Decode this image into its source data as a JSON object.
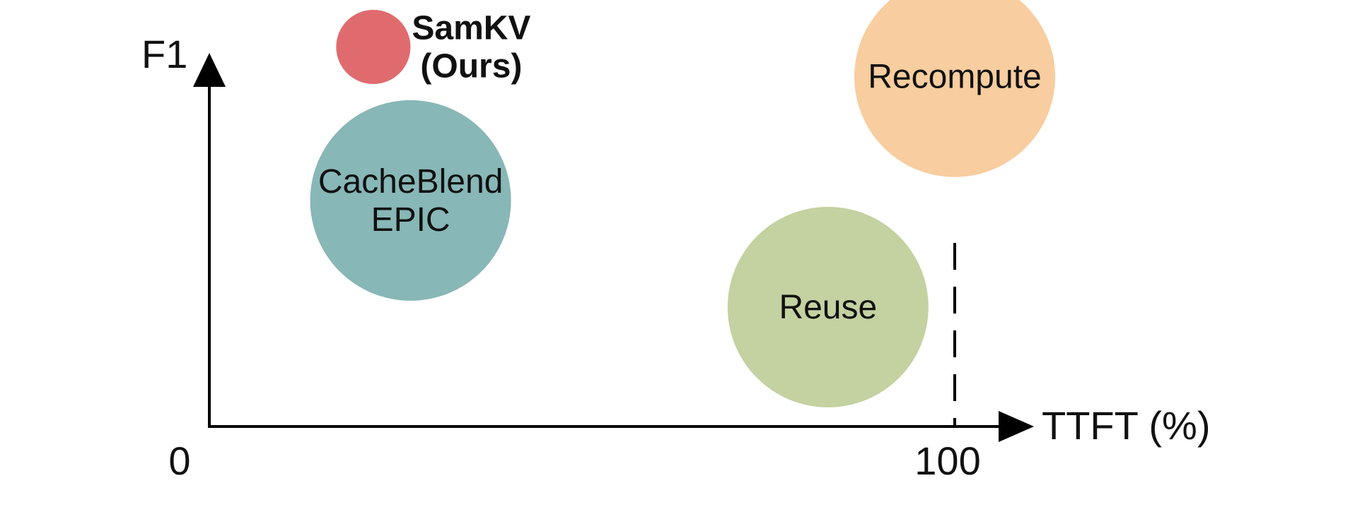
{
  "chart_data": {
    "type": "scatter",
    "title": "",
    "xlabel": "TTFT (%)",
    "ylabel": "F1",
    "x_ticks": [
      "0",
      "100"
    ],
    "bubbles": [
      {
        "id": "samkv",
        "label_lines": [
          "SamKV",
          "(Ours)"
        ],
        "label_bold": true,
        "x": 22,
        "y": 0.89,
        "size": 0.37,
        "color": "#e06b6e",
        "label_pos": "right"
      },
      {
        "id": "cacheblend",
        "label_lines": [
          "CacheBlend",
          "EPIC"
        ],
        "label_bold": false,
        "x": 27,
        "y": 0.53,
        "size": 1.0,
        "color": "#87b7b6",
        "label_pos": "center"
      },
      {
        "id": "recompute",
        "label_lines": [
          "Recompute"
        ],
        "label_bold": false,
        "x": 100,
        "y": 0.82,
        "size": 1.0,
        "color": "#f8cd9f",
        "label_pos": "center"
      },
      {
        "id": "reuse",
        "label_lines": [
          "Reuse"
        ],
        "label_bold": false,
        "x": 83,
        "y": 0.28,
        "size": 1.0,
        "color": "#c4d1a1",
        "label_pos": "center"
      }
    ],
    "reference_line": {
      "x": 100,
      "style": "dashed"
    },
    "axis_range": {
      "x": [
        0,
        100
      ],
      "y": [
        0,
        1
      ]
    },
    "grid": false,
    "legend": "none"
  }
}
